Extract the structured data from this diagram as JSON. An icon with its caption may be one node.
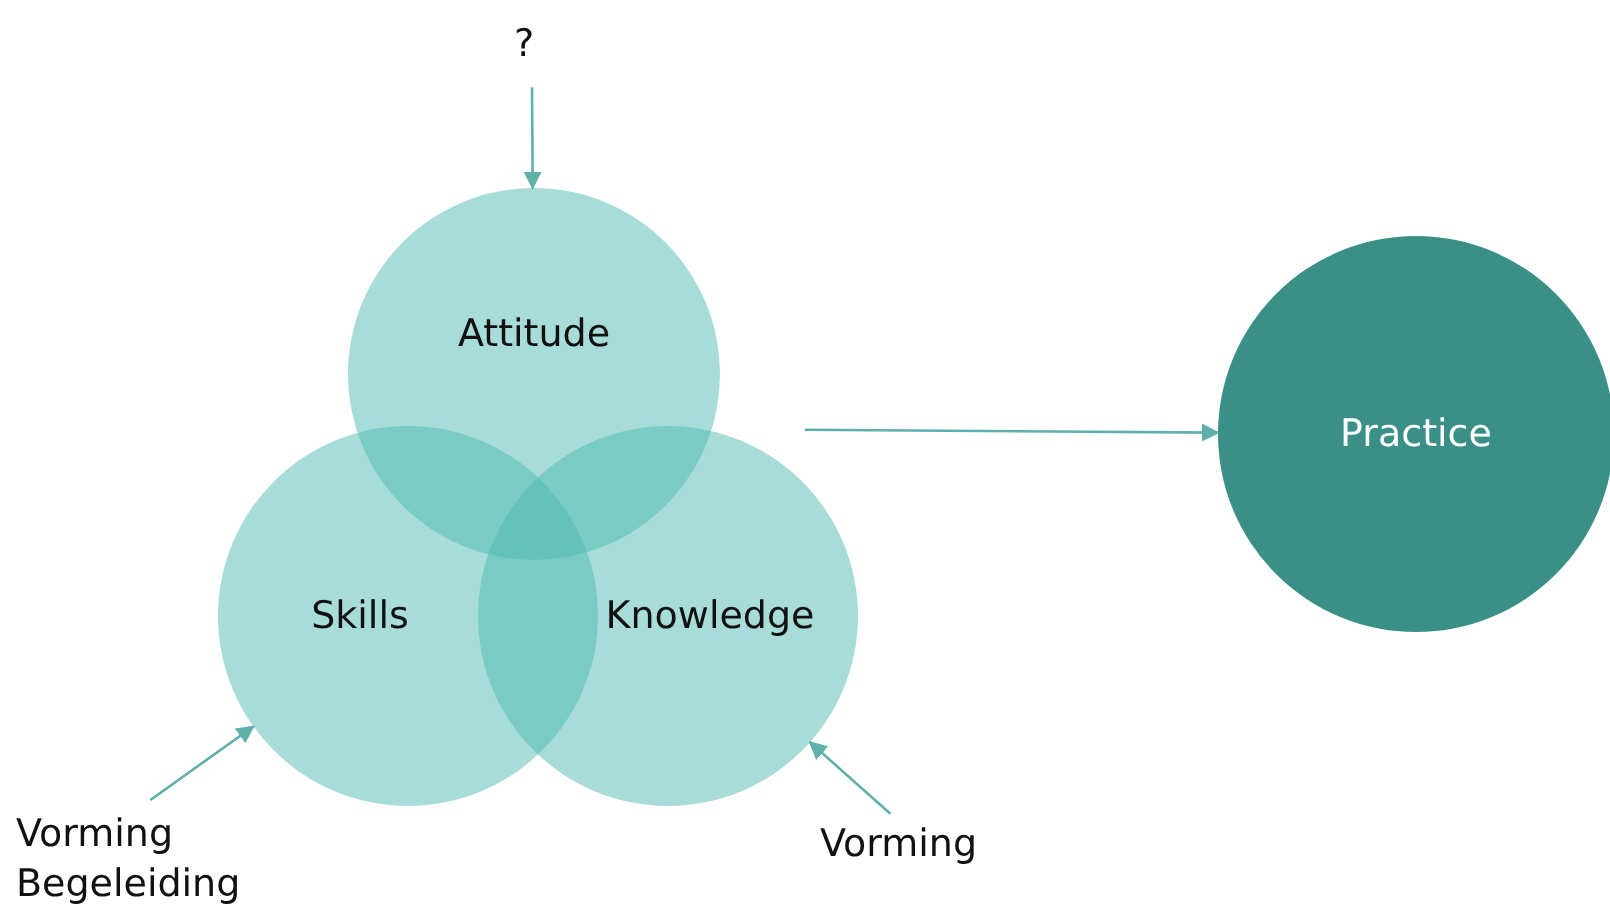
{
  "diagram": {
    "nodes": [
      {
        "text": [
          "?"
        ]
      },
      {
        "text": [
          "Attitude"
        ]
      },
      {
        "text": [
          "Skills"
        ]
      },
      {
        "text": [
          "Knowledge"
        ]
      },
      {
        "text": [
          "Practice"
        ]
      },
      {
        "text": [
          "Vorming Begeleiding"
        ]
      },
      {
        "text": [
          "Vorming"
        ]
      }
    ],
    "edges": [
      {
        "from": 0,
        "to": 1,
        "arrow": "to"
      },
      {
        "from": 5,
        "to": 2,
        "arrow": "to"
      },
      {
        "from": 6,
        "to": 3,
        "arrow": "to"
      },
      {
        "from": 3,
        "to": 4,
        "arrow": "to"
      }
    ]
  }
}
